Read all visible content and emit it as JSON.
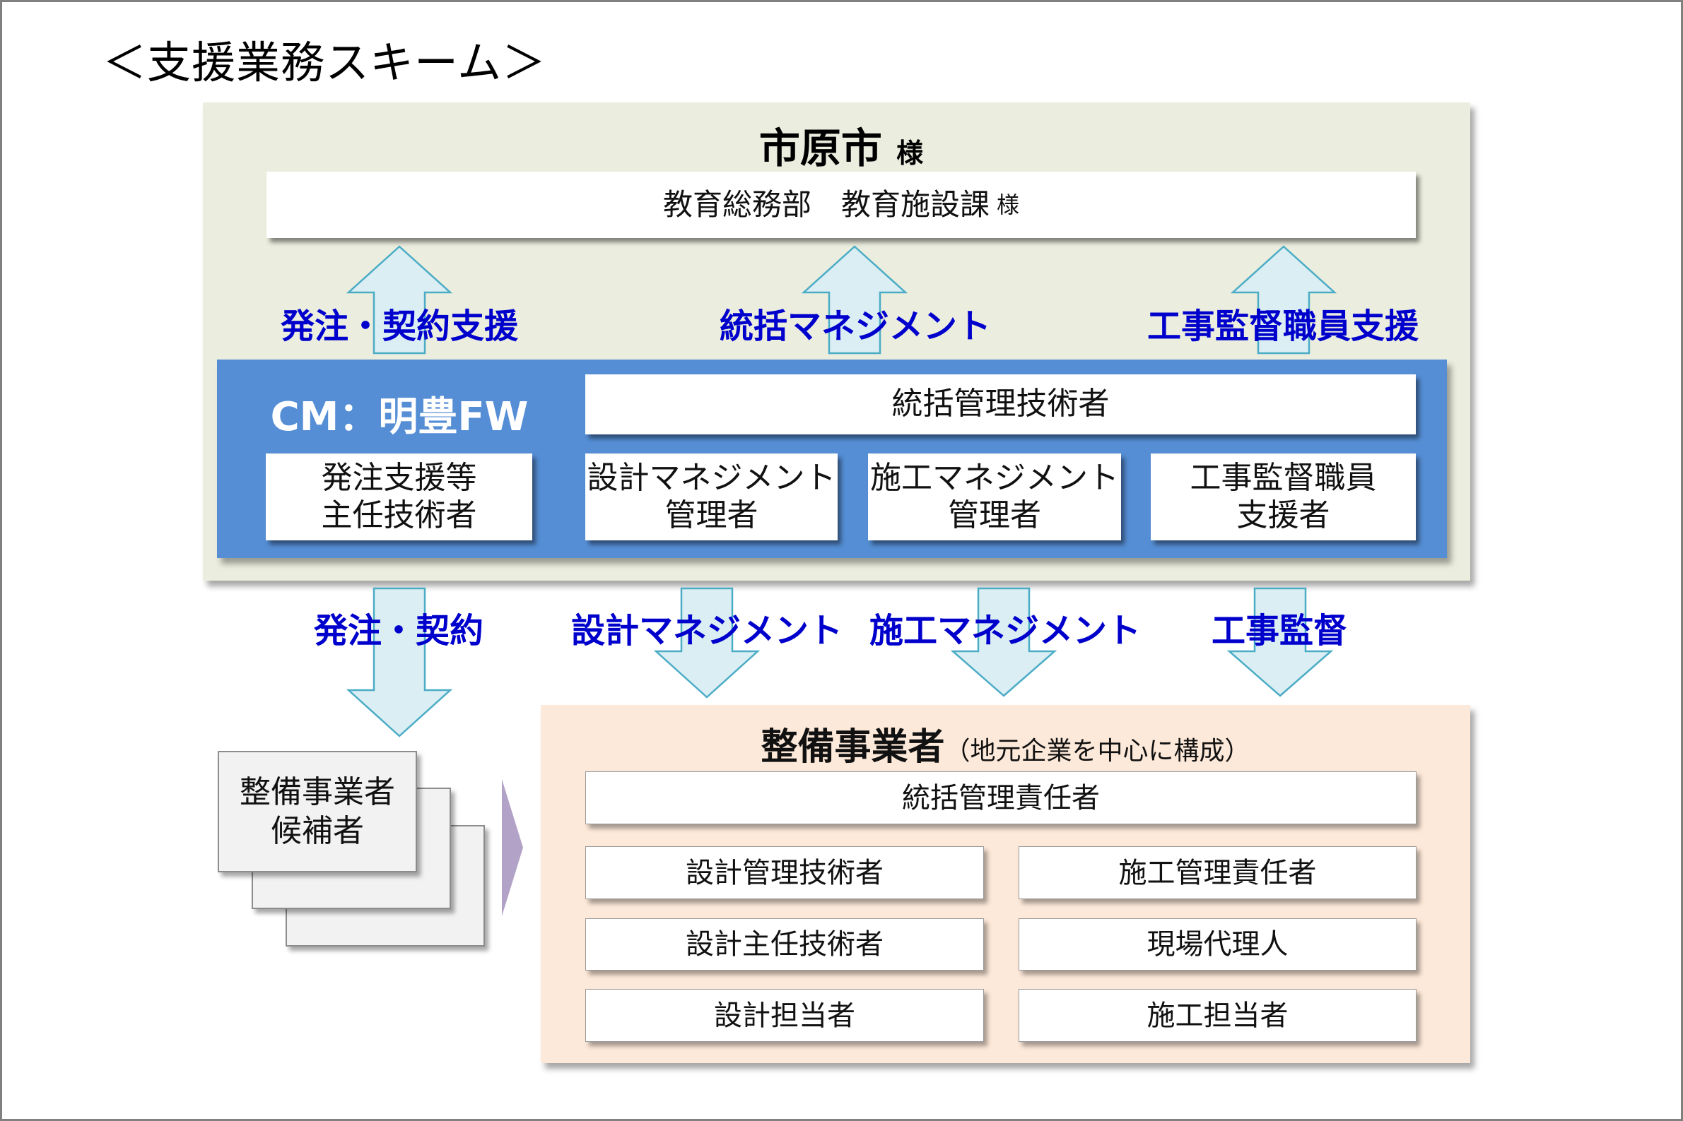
{
  "title": "＜支援業務スキーム＞",
  "client": {
    "name": "市原市",
    "honorific": "様",
    "department": "教育総務部　教育施設課",
    "department_honorific": "様"
  },
  "up_flows": [
    {
      "label": "発注・契約支援"
    },
    {
      "label": "統括マネジメント"
    },
    {
      "label": "工事監督職員支援"
    }
  ],
  "cm": {
    "label": "CM：明豊FW",
    "lead_role": "統括管理技術者",
    "roles": [
      {
        "line1": "発注支援等",
        "line2": "主任技術者"
      },
      {
        "line1": "設計マネジメント",
        "line2": "管理者"
      },
      {
        "line1": "施工マネジメント",
        "line2": "管理者"
      },
      {
        "line1": "工事監督職員",
        "line2": "支援者"
      }
    ]
  },
  "down_flows": [
    {
      "label": "発注・契約"
    },
    {
      "label": "設計マネジメント"
    },
    {
      "label": "施工マネジメント"
    },
    {
      "label": "工事監督"
    }
  ],
  "candidates": {
    "line1": "整備事業者",
    "line2": "候補者"
  },
  "contractor": {
    "title": "整備事業者",
    "note": "（地元企業を中心に構成）",
    "lead_role": "統括管理責任者",
    "roles": [
      "設計管理技術者",
      "施工管理責任者",
      "設計主任技術者",
      "現場代理人",
      "設計担当者",
      "施工担当者"
    ]
  },
  "colors": {
    "client_panel": "#EBEDDE",
    "cm_panel": "#558ED5",
    "contractor_panel": "#FDE9D9",
    "flow_label": "#0000CC",
    "arrow_fill": "#DAEEF3",
    "arrow_stroke": "#4BACC6",
    "selection_arrow": "#B3A2C7"
  }
}
